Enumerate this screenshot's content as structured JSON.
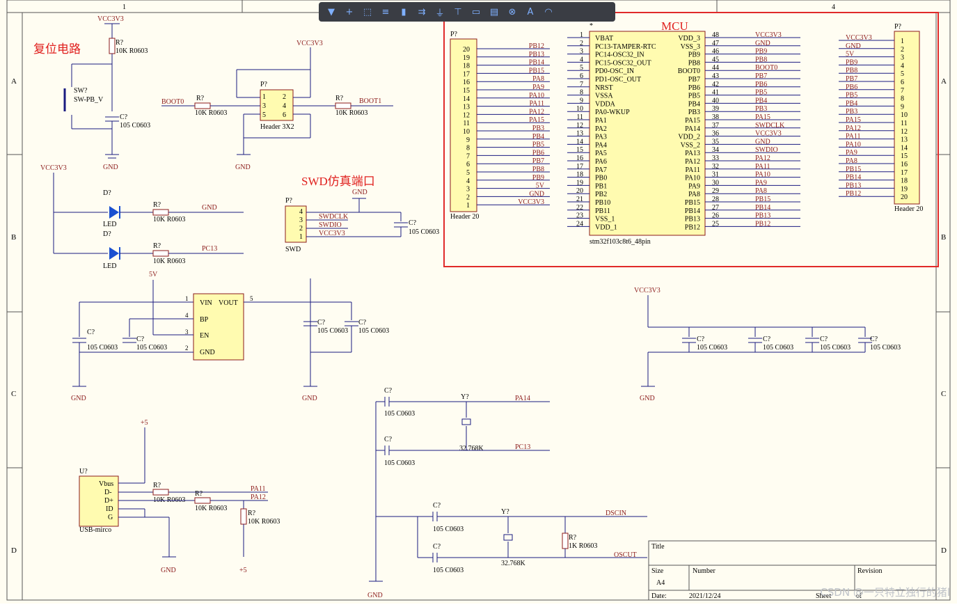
{
  "titles": {
    "reset": "复位电路",
    "swd": "SWD仿真端口",
    "mcu": "MCU"
  },
  "grid": {
    "cols": [
      "1",
      "4"
    ],
    "rows": [
      "A",
      "B",
      "C",
      "D"
    ]
  },
  "nets": {
    "vcc": "VCC3V3",
    "gnd": "GND",
    "v5": "5V",
    "plus5": "+5",
    "boot0": "BOOT0",
    "boot1": "BOOT1",
    "pa14": "PA14",
    "pc13": "PC13",
    "pa11": "PA11",
    "pa12": "PA12",
    "dscin": "DSCIN",
    "oscut": "OSCUT"
  },
  "parts": {
    "r": "R?",
    "r10k": "10K R0603",
    "c": "C?",
    "c105": "105 C0603",
    "d": "D?",
    "led": "LED",
    "p": "P?",
    "u": "U?",
    "y": "Y?",
    "sw": "SW?",
    "swtype": "SW-PB_V",
    "hdr3x2": "Header 3X2",
    "hdr20": "Header 20",
    "swdlbl": "SWD",
    "usb": "USB-mirco",
    "xtal": "32.768K",
    "mcu": "stm32f103c8t6_48pin",
    "rk": "R0603",
    "r1k": "1K R0603"
  },
  "ldo": {
    "vin": "VIN",
    "vout": "VOUT",
    "bp": "BP",
    "en": "EN",
    "gnd": "GND"
  },
  "swd_pins": [
    "SWDCLK",
    "SWDIO",
    "VCC3V3"
  ],
  "usb_pins": [
    "Vbus",
    "D-",
    "D+",
    "ID",
    "G"
  ],
  "mcu_left": [
    "VBAT",
    "PC13-TAMPER-RTC",
    "PC14-OSC32_IN",
    "PC15-OSC32_OUT",
    "PD0-OSC_IN",
    "PD1-OSC_OUT",
    "NRST",
    "VSSA",
    "VDDA",
    "PA0-WKUP",
    "PA1",
    "PA2",
    "PA3",
    "PA4",
    "PA5",
    "PA6",
    "PA7",
    "PB0",
    "PB1",
    "PB2",
    "PB10",
    "PB11",
    "VSS_1",
    "VDD_1"
  ],
  "mcu_right": [
    "VDD_3",
    "VSS_3",
    "PB9",
    "PB8",
    "BOOT0",
    "PB7",
    "PB6",
    "PB5",
    "PB4",
    "PB3",
    "PA15",
    "PA14",
    "VDD_2",
    "VSS_2",
    "PA13",
    "PA12",
    "PA11",
    "PA10",
    "PA9",
    "PA8",
    "PB15",
    "PB14",
    "PB13",
    "PB12"
  ],
  "mcu_rnets": [
    "VCC3V3",
    "GND",
    "PB9",
    "PB8",
    "BOOT0",
    "PB7",
    "PB6",
    "PB5",
    "PB4",
    "PB3",
    "PA15",
    "SWDCLK",
    "VCC3V3",
    "GND",
    "SWDIO",
    "PA12",
    "PA11",
    "PA10",
    "PA9",
    "PA8",
    "PB15",
    "PB14",
    "PB13",
    "PB12"
  ],
  "h2_nets": [
    "VCC3V3",
    "GND",
    "5V",
    "PB9",
    "PB8",
    "PB7",
    "PB6",
    "PB5",
    "PB4",
    "PB3",
    "PA15",
    "PA12",
    "PA11",
    "PA10",
    "PA9",
    "PA8",
    "PB15",
    "PB14",
    "PB13",
    "PB12"
  ],
  "h1_nets": [
    "PB12",
    "PB13",
    "PB14",
    "PB15",
    "PA8",
    "PA9",
    "PA10",
    "PA11",
    "PA12",
    "PA15",
    "PB3",
    "PB4",
    "PB5",
    "PB6",
    "PB7",
    "PB8",
    "PB9",
    "5V",
    "GND",
    "VCC3V3"
  ],
  "titleblock": {
    "title": "Title",
    "size": "Size",
    "size_val": "A4",
    "number": "Number",
    "revision": "Revision",
    "date": "Date:",
    "date_val": "2021/12/24",
    "sheet": "Sheet",
    "of": "of"
  },
  "watermark": "CSDN @一只特立独行的猪l"
}
